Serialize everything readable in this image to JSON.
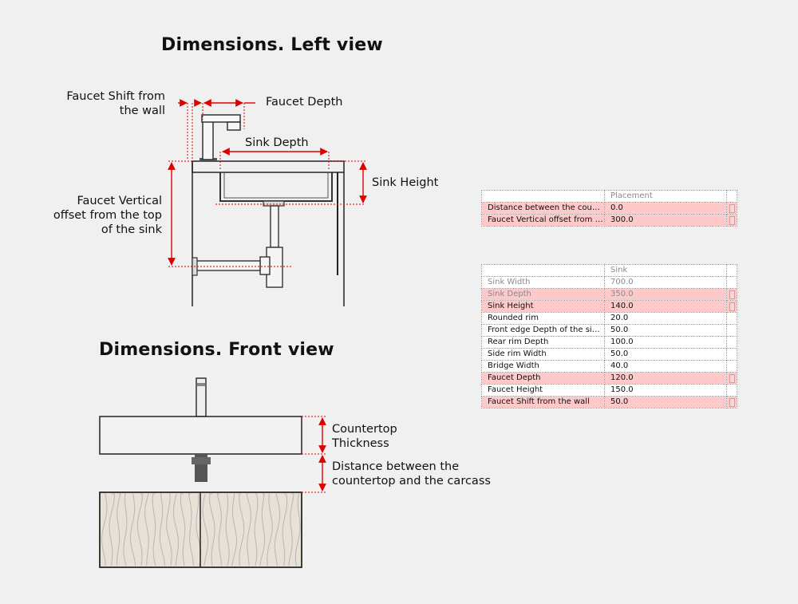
{
  "titles": {
    "left_view": "Dimensions. Left view",
    "front_view": "Dimensions. Front view"
  },
  "labels": {
    "faucet_shift": [
      "Faucet Shift from",
      "the wall"
    ],
    "faucet_depth": "Faucet Depth",
    "sink_depth": "Sink Depth",
    "sink_height": "Sink Height",
    "faucet_vertical": [
      "Faucet Vertical",
      "offset from the top",
      "of the sink"
    ],
    "countertop_thickness": [
      "Countertop",
      "Thickness"
    ],
    "distance_carcass": [
      "Distance between the",
      "countertop and the carcass"
    ]
  },
  "placement_table": {
    "header": "Placement",
    "rows": [
      {
        "name": "Distance between the counte...",
        "value": "0.0",
        "highlighted": true,
        "disabled": false
      },
      {
        "name": "Faucet Vertical offset from th...",
        "value": "300.0",
        "highlighted": true,
        "disabled": false
      }
    ]
  },
  "sink_table": {
    "header": "Sink",
    "rows": [
      {
        "name": "Sink Width",
        "value": "700.0",
        "highlighted": false,
        "disabled": true
      },
      {
        "name": "Sink Depth",
        "value": "350.0",
        "highlighted": true,
        "disabled": true
      },
      {
        "name": "Sink Height",
        "value": "140.0",
        "highlighted": true,
        "disabled": false
      },
      {
        "name": "Rounded rim",
        "value": "20.0",
        "highlighted": false,
        "disabled": false
      },
      {
        "name": "Front edge Depth of the sink ...",
        "value": "50.0",
        "highlighted": false,
        "disabled": false
      },
      {
        "name": "Rear rim Depth",
        "value": "100.0",
        "highlighted": false,
        "disabled": false
      },
      {
        "name": "Side rim Width",
        "value": "50.0",
        "highlighted": false,
        "disabled": false
      },
      {
        "name": "Bridge Width",
        "value": "40.0",
        "highlighted": false,
        "disabled": false
      },
      {
        "name": "Faucet Depth",
        "value": "120.0",
        "highlighted": true,
        "disabled": false
      },
      {
        "name": "Faucet Height",
        "value": "150.0",
        "highlighted": false,
        "disabled": false
      },
      {
        "name": "Faucet Shift from the wall",
        "value": "50.0",
        "highlighted": true,
        "disabled": false
      }
    ]
  },
  "colors": {
    "background": "#f0f0f0",
    "dimension_red": "#e00000",
    "highlight_row": "#ffc9c9",
    "wood": "#e8e1d6",
    "wood_grain": "#b9b6b9"
  }
}
